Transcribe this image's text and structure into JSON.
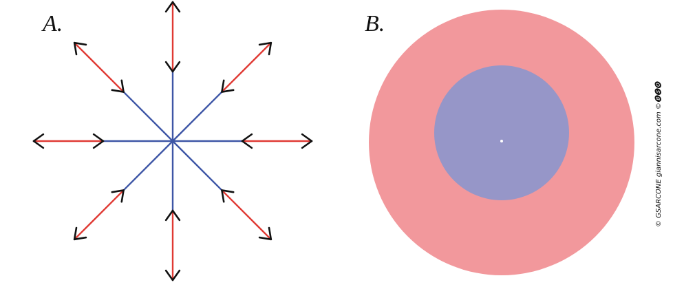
{
  "panels": {
    "a": {
      "label": "A.",
      "spokes": 8
    },
    "b": {
      "label": "B."
    }
  },
  "credit": "© GSARCONE giannisarcone.com ©🅑🅢🅞",
  "colors": {
    "outer_segment": "#e03a34",
    "inner_segment": "#3e56a6",
    "arrowheads": "#111111",
    "outer_disc": "#f2989c",
    "inner_disc": "#9696c8",
    "center_dot": "#ffffff"
  }
}
